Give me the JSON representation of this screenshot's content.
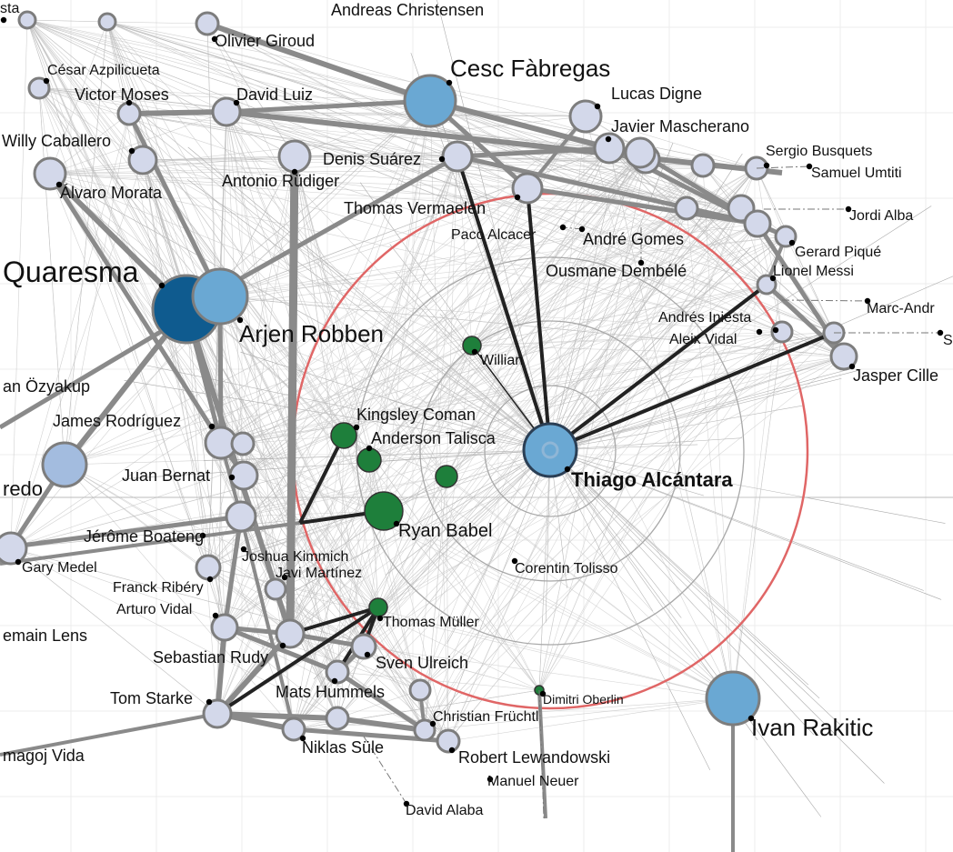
{
  "title": "Player network fisheye view",
  "focus_player": "Thiago Alcántara",
  "colors": {
    "node_default": "#d3d8ea",
    "node_stroke": "#7d7d7d",
    "node_medium": "#6aa8d3",
    "node_dark": "#0f5b8f",
    "node_light_blue": "#a3bcdf",
    "node_green": "#1e7f3b",
    "fisheye_ring": "#e06666",
    "edge_gray": "#8a8a8a",
    "edge_dark": "#222222"
  },
  "labels": [
    "sta",
    "Andreas Christensen",
    "Olivier Giroud",
    "César Azpilicueta",
    "Victor Moses",
    "David Luiz",
    "Cesc Fàbregas",
    "Lucas Digne",
    "Javier Mascherano",
    "Willy Caballero",
    "Denis Suárez",
    "Sergio Busquets",
    "Samuel Umtiti",
    "Álvaro Morata",
    "Antonio Rüdiger",
    "Thomas Vermaelen",
    "Jordi Alba",
    "Paco Alcacer",
    "André Gomes",
    "Gerard Piqué",
    "Ousmane Dembélé",
    "Lionel Messi",
    "Quaresma",
    "Marc-Andr",
    "Arjen Robben",
    "Andrés Iniesta",
    "S",
    "Aleix Vidal",
    "Jasper Cille",
    "Willian",
    "an Özyakup",
    "Kingsley Coman",
    "James Rodríguez",
    "Anderson Talisca",
    "Juan Bernat",
    "redo",
    "Thiago Alcántara",
    "Ryan Babel",
    "Jérôme Boateng",
    "Joshua Kimmich",
    "Gary Medel",
    "Javi Martínez",
    "Corentin Tolisso",
    "Franck Ribéry",
    "Arturo Vidal",
    "Thomas Müller",
    "emain Lens",
    "Sebastian Rudy",
    "Sven Ulreich",
    "Mats Hummels",
    "Dimitri Oberlin",
    "Tom Starke",
    "Ivan Rakitic",
    "Christian Früchtl",
    "magoj Vida",
    "Niklas Süle",
    "Robert Lewandowski",
    "Manuel Neuer",
    "David Alaba"
  ]
}
